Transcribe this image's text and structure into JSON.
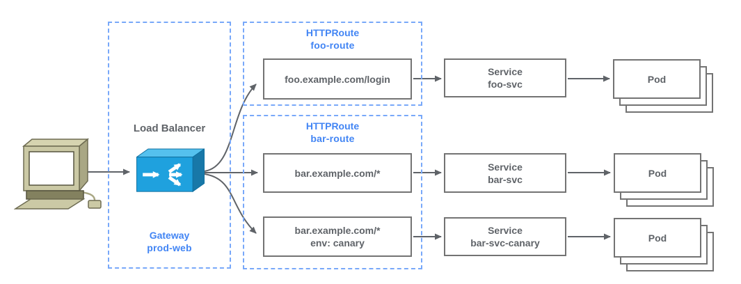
{
  "gateway": {
    "heading": "Load Balancer",
    "resource_type": "Gateway",
    "resource_name": "prod-web"
  },
  "routes": {
    "foo": {
      "resource_type": "HTTPRoute",
      "resource_name": "foo-route",
      "match": "foo.example.com/login"
    },
    "bar": {
      "resource_type": "HTTPRoute",
      "resource_name": "bar-route",
      "match": "bar.example.com/*"
    },
    "canary": {
      "match": "bar.example.com/*",
      "match_sub": "env: canary"
    }
  },
  "services": {
    "foo": {
      "kind": "Service",
      "name": "foo-svc"
    },
    "bar": {
      "kind": "Service",
      "name": "bar-svc"
    },
    "canary": {
      "kind": "Service",
      "name": "bar-svc-canary"
    }
  },
  "pods": {
    "foo": "Pod",
    "bar": "Pod",
    "canary": "Pod"
  },
  "icons": {
    "client": "desktop-computer-icon",
    "gateway": "load-balancer-icon"
  },
  "colors": {
    "accent_blue_text": "#4285F4",
    "dashed_border_blue": "#78A8F9",
    "node_border_gray": "#737373",
    "label_gray": "#5F6368",
    "arrow_gray": "#5F6368",
    "lb_front": "#1FA1DE",
    "lb_top": "#55C1EE",
    "lb_side": "#1878A8",
    "computer_beige": "#CBC9A5"
  }
}
